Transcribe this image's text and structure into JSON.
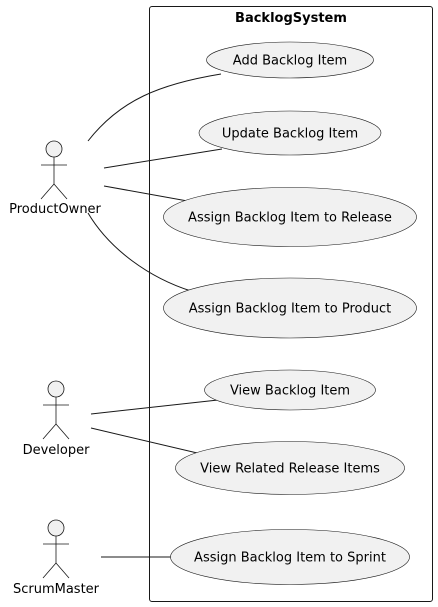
{
  "system": {
    "title": "BacklogSystem"
  },
  "actors": {
    "product_owner": "ProductOwner",
    "developer": "Developer",
    "scrum_master": "ScrumMaster"
  },
  "use_cases": {
    "add_backlog_item": "Add Backlog Item",
    "update_backlog_item": "Update Backlog Item",
    "assign_to_release": "Assign Backlog Item to Release",
    "assign_to_product": "Assign Backlog Item to Product",
    "view_backlog_item": "View Backlog Item",
    "view_related_release_items": "View Related Release Items",
    "assign_to_sprint": "Assign Backlog Item to Sprint"
  },
  "associations": [
    {
      "actor": "product_owner",
      "use_case": "add_backlog_item"
    },
    {
      "actor": "product_owner",
      "use_case": "update_backlog_item"
    },
    {
      "actor": "product_owner",
      "use_case": "assign_to_release"
    },
    {
      "actor": "product_owner",
      "use_case": "assign_to_product"
    },
    {
      "actor": "developer",
      "use_case": "view_backlog_item"
    },
    {
      "actor": "developer",
      "use_case": "view_related_release_items"
    },
    {
      "actor": "scrum_master",
      "use_case": "assign_to_sprint"
    }
  ]
}
